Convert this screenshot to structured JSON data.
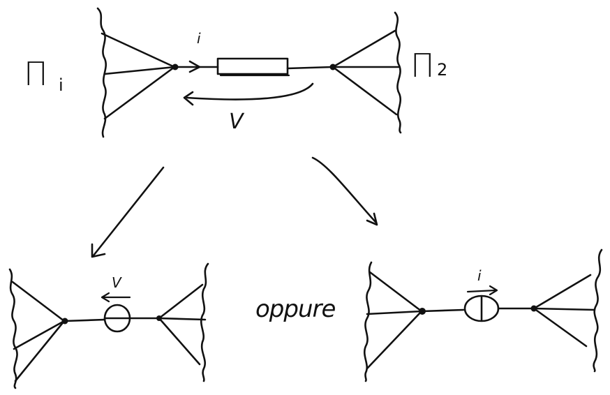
{
  "diagram": {
    "top": {
      "left_label": "Π",
      "left_sub": "i",
      "right_label": "Π",
      "right_sub": "2",
      "current_label": "i",
      "voltage_label": "V"
    },
    "bottom_left": {
      "voltage_label": "V"
    },
    "connector_word": "oppure",
    "bottom_right": {
      "current_label": "i"
    }
  }
}
